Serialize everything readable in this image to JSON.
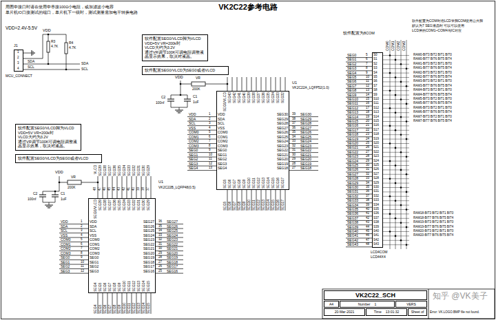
{
  "diagram": {
    "title": "VK2C22参考电路",
    "nodes": [
      {
        "text": [
          "J1",
          "1",
          "2",
          "3",
          "4",
          "MCU_CONNECT"
        ]
      },
      {
        "text": [
          "软件配置SEG0/VLCD脚为VLCD",
          "VDD=5V VR=200k时",
          "VLCD大约为3.2V",
          "通过VR调节100K可调电阻调整液晶显示效果，取决对液晶。"
        ]
      },
      {
        "text": [
          "软件配置SEG0/VLCD为SEG0或者VLCD"
        ]
      },
      {
        "text": [
          "U1",
          "VK2C22A_LQFP52(1.0)",
          "VDD",
          "SDA",
          "SCL",
          "VSS",
          "COM0",
          "COM1",
          "COM2",
          "COM3",
          "SEG0",
          "SEG1",
          "SEG2",
          "SEG3",
          "SEG4",
          "SEG30",
          "SEG29",
          "SEG28",
          "SEG27",
          "SEG26",
          "SEG25",
          "SEG24",
          "SEG23",
          "SEG22",
          "SEG21",
          "SEG20",
          "SEG19",
          "SEG18",
          "SEG0/VLCD",
          "SEG43",
          "SEG42",
          "SEG41",
          "SEG40",
          "SEG39",
          "SEG38",
          "SEG37",
          "SEG36",
          "SEG35",
          "SEG34",
          "SEG33",
          "SEG32",
          "SEG5",
          "SEG6",
          "SEG7",
          "SEG8",
          "SEG9",
          "SEG10",
          "SEG11",
          "SEG12",
          "SEG13",
          "SEG14",
          "SEG15",
          "SEG16",
          "SEG17"
        ]
      },
      {
        "text": [
          "软件配置SEG0/VLCD脚为VLCD",
          "VDD=5V VR=200k时",
          "VLCD大约为3.2V",
          "通过VR调节100K可调电阻调整液晶显示效果，取决对液晶。"
        ]
      },
      {
        "text": [
          "软件配置SEG0/VLCD为SEG0或者VLCD"
        ]
      },
      {
        "text": [
          "U1",
          "VK2C22B_LQFP48(0.5)",
          "VDD",
          "SDA",
          "SCL",
          "VSS",
          "COM0",
          "COM1",
          "COM2",
          "COM3",
          "SEG0",
          "SEG1",
          "SEG2",
          "SEG3",
          "SEG27",
          "SEG26",
          "SEG25",
          "SEG24",
          "SEG23",
          "SEG22",
          "SEG21",
          "SEG20",
          "SEG19",
          "SEG18",
          "SEG17",
          "SEG16",
          "SEG0/VLCD",
          "SEG39",
          "SEG38",
          "SEG37",
          "SEG36",
          "SEG35",
          "SEG34",
          "SEG33",
          "SEG32",
          "SEG31",
          "SEG30",
          "SEG29",
          "SEG4",
          "SEG5",
          "SEG6",
          "SEG7",
          "SEG8",
          "SEG9",
          "SEG10",
          "SEG11",
          "SEG12",
          "SEG13",
          "SEG14",
          "SEG15"
        ]
      },
      {
        "text": [
          "LCD4COM",
          "LCD44X4",
          "S0",
          "S1",
          "S2",
          "S3",
          "S4",
          "S5",
          "S6",
          "S7",
          "S8",
          "S9",
          "S10",
          "S11",
          "S12",
          "S13",
          "S14",
          "S15",
          "S16",
          "S17",
          "S18",
          "S19",
          "S20",
          "S21",
          "S22",
          "S23",
          "S24",
          "S25",
          "S26",
          "S27",
          "S28",
          "S29",
          "S30",
          "S31",
          "S32",
          "S33",
          "S34",
          "S35",
          "S36",
          "S37",
          "S38",
          "S39",
          "S40",
          "S41",
          "S42",
          "S43"
        ]
      },
      {
        "text": [
          "VK2C22_SCH"
        ]
      },
      {
        "text": [
          "A4"
        ]
      },
      {
        "text": [
          "Number",
          "1"
        ]
      },
      {
        "text": [
          "VERS"
        ]
      },
      {
        "text": [
          "20-Mar-2021"
        ]
      },
      {
        "text": [
          "Time",
          "13:01:32"
        ]
      },
      {
        "text": [
          "Sheet of"
        ]
      }
    ],
    "labels": [
      "用图中接口时请在使用中串接100Ω小电阻，或加滤波小电容",
      "单片机IO口接测试的端口，单片机下一级时，测试测量需加电平转换电路",
      "VDD=2.4V-5.5V",
      "VDD",
      "R3",
      "4.7K",
      "R4",
      "4.7K",
      "SDA",
      "SCL",
      "SDA",
      "SCL",
      "VDD",
      "VR",
      "200K",
      "C2",
      "C1",
      "1uF",
      "100nf",
      "VDD",
      "SDA",
      "SCL",
      "VSS",
      "COM0",
      "COM1",
      "COM2",
      "COM3",
      "SEG0",
      "SEG1",
      "SEG2",
      "SEG3",
      "SEG4",
      "1",
      "2",
      "3",
      "4",
      "5",
      "6",
      "7",
      "8",
      "9",
      "10",
      "11",
      "12",
      "13",
      "39",
      "38",
      "37",
      "36",
      "35",
      "34",
      "33",
      "32",
      "31",
      "30",
      "29",
      "28",
      "27",
      "SEG30",
      "SEG29",
      "SEG28",
      "SEG27",
      "SEG26",
      "SEG25",
      "SEG24",
      "SEG23",
      "SEG22",
      "SEG21",
      "SEG20",
      "SEG19",
      "SEG18",
      "SEG5",
      "SEG6",
      "SEG7",
      "SEG8",
      "SEG9",
      "SEG10",
      "SEG11",
      "SEG12",
      "SEG13",
      "SEG14",
      "SEG15",
      "SEG16",
      "SEG17",
      "VDD",
      "VR",
      "200K",
      "C2",
      "C1",
      "1uF",
      "100nf",
      "VDD",
      "SDA",
      "SCL",
      "VSS",
      "COM0",
      "COM1",
      "COM2",
      "COM3",
      "SEG0",
      "SEG1",
      "SEG2",
      "SEG3",
      "1",
      "2",
      "3",
      "4",
      "5",
      "6",
      "7",
      "8",
      "9",
      "10",
      "11",
      "12",
      "36",
      "35",
      "34",
      "33",
      "32",
      "31",
      "30",
      "29",
      "28",
      "27",
      "26",
      "25",
      "SEG27",
      "SEG26",
      "SEG25",
      "SEG24",
      "SEG23",
      "SEG22",
      "SEG21",
      "SEG20",
      "SEG19",
      "SEG18",
      "SEG17",
      "SEG16",
      "VLCD",
      "SEG39",
      "SEG38",
      "SEG37",
      "SEG36",
      "SEG35",
      "SEG34",
      "SEG33",
      "SEG32",
      "SEG31",
      "SEG30",
      "SEG29",
      "48",
      "47",
      "46",
      "45",
      "44",
      "43",
      "42",
      "41",
      "40",
      "39",
      "38",
      "37",
      "SEG4",
      "SEG5",
      "SEG6",
      "SEG7",
      "SEG8",
      "SEG9",
      "SEG10",
      "SEG11",
      "SEG12",
      "SEG13",
      "SEG14",
      "SEG15",
      "软件配置为8COM",
      "软件配置为COM时在LCD管脚COM使用公共脚",
      "默认为7 SEG液晶时 可以可以使用",
      "LCD屏的COM1~COM4与IC对应",
      "COM0",
      "COM1",
      "COM2",
      "COM3",
      "SEG0",
      "SEG1",
      "SEG2",
      "SEG3",
      "SEG4",
      "SEG5",
      "SEG6",
      "SEG7",
      "SEG8",
      "SEG9",
      "SEG10",
      "SEG11",
      "SEG12",
      "SEG13",
      "SEG14",
      "SEG15",
      "SEG16",
      "SEG17",
      "SEG18",
      "SEG19",
      "SEG20",
      "SEG21",
      "SEG22",
      "SEG23",
      "SEG24",
      "SEG25",
      "SEG26",
      "SEG27",
      "SEG28",
      "SEG29",
      "SEG30",
      "SEG31",
      "SEG32",
      "SEG33",
      "SEG34",
      "SEG35",
      "SEG36",
      "SEG37",
      "SEG38",
      "SEG39",
      "SEG40",
      "SEG41",
      "SEG42",
      "SEG43",
      "5",
      "6",
      "7",
      "8",
      "9",
      "10",
      "11",
      "12",
      "13",
      "14",
      "15",
      "16",
      "17",
      "18",
      "19",
      "20",
      "21",
      "22",
      "23",
      "24",
      "25",
      "26",
      "27",
      "28",
      "29",
      "30",
      "31",
      "32",
      "33",
      "34",
      "35",
      "36",
      "37",
      "38",
      "39",
      "40",
      "41",
      "42",
      "43",
      "44",
      "45",
      "46",
      "47",
      "48",
      "RAM0-BIT3 BIT2 BIT1 BIT0",
      "RAM0-BIT7 BIT6 BIT5 BIT4",
      "RAM1-BIT3 BIT2 BIT1 BIT0",
      "RAM1-BIT7 BIT6 BIT5 BIT4",
      "RAM2-BIT3 BIT2 BIT1 BIT0",
      "RAM2-BIT7 BIT6 BIT5 BIT4",
      "RAM3-BIT3 BIT2 BIT1 BIT0",
      "RAM3-BIT7 BIT6 BIT5 BIT4",
      "RAM4-BIT3 BIT2 BIT1 BIT0",
      "RAM4-BIT7 BIT6 BIT5 BIT4",
      "RAM5-BIT3 BIT2 BIT1 BIT0",
      "RAM5-BIT7 BIT6 BIT5 BIT4",
      "RAM6-BIT3 BIT2 BIT1 BIT0",
      "RAM6-BIT7 BIT6 BIT5 BIT4",
      "RAM7-BIT3 BIT2 BIT1 BIT0",
      "RAM7-BIT7 BIT6 BIT5 BIT4",
      "RAM18-BIT3 BIT2 BIT1 BIT0",
      "RAM18-BIT7 BIT6 BIT5 BIT4",
      "RAM19-BIT3 BIT2 BIT1 BIT0",
      "RAM19-BIT7 BIT6 BIT5 BIT4",
      "RAM20-BIT3 BIT2 BIT1 BIT0",
      "RAM20-BIT7 BIT6 BIT5 BIT4",
      "知乎 @VK美子",
      "Error: VK.LOGO.BMP file not found."
    ]
  }
}
